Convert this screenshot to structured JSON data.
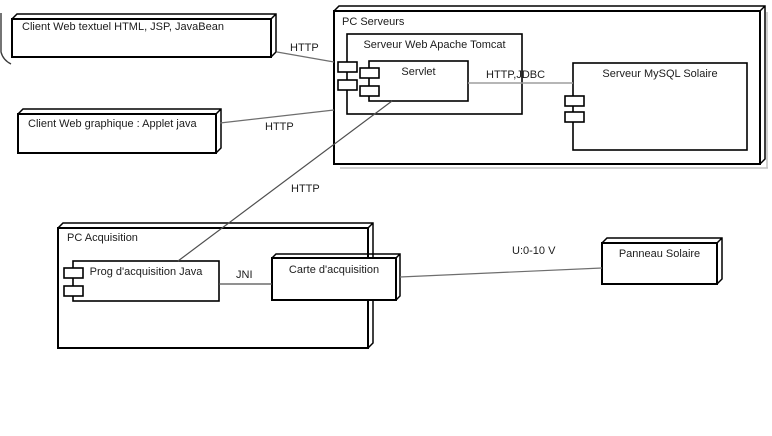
{
  "diagram": {
    "type": "uml-deployment-diagram",
    "background": "#ffffff",
    "nodes": {
      "client_textuel": {
        "label": "Client Web textuel  HTML, JSP, JavaBean"
      },
      "client_graphique": {
        "label": "Client Web graphique : Applet java"
      },
      "pc_serveurs": {
        "label": "PC Serveurs"
      },
      "serveur_tomcat": {
        "label": "Serveur Web Apache Tomcat"
      },
      "servlet": {
        "label": "Servlet"
      },
      "serveur_mysql": {
        "label": "Serveur MySQL Solaire"
      },
      "pc_acquisition": {
        "label": "PC Acquisition"
      },
      "prog_acquisition": {
        "label": "Prog d'acquisition Java"
      },
      "carte_acquisition": {
        "label": "Carte d'acquisition"
      },
      "panneau_solaire": {
        "label": "Panneau Solaire"
      }
    },
    "connections": {
      "http_textuel": {
        "label": "HTTP",
        "from": "client_textuel",
        "to": "pc_serveurs"
      },
      "http_graphique": {
        "label": "HTTP",
        "from": "client_graphique",
        "to": "pc_serveurs"
      },
      "http_servlet": {
        "label": "HTTP",
        "from": "servlet",
        "to": "prog_acquisition"
      },
      "http_jdbc": {
        "label": "HTTP,JDBC",
        "from": "servlet",
        "to": "serveur_mysql"
      },
      "jni": {
        "label": "JNI",
        "from": "prog_acquisition",
        "to": "carte_acquisition"
      },
      "voltage": {
        "label": "U:0-10 V",
        "from": "carte_acquisition",
        "to": "panneau_solaire"
      }
    },
    "colors": {
      "node_border": "#000000",
      "text": "#1c1c1c",
      "connector": "#6e6e6e",
      "connector_dark": "#4f4f4f",
      "connector_light": "#9e9e9e",
      "shadow": "#c2c2c2",
      "background": "#ffffff"
    }
  }
}
